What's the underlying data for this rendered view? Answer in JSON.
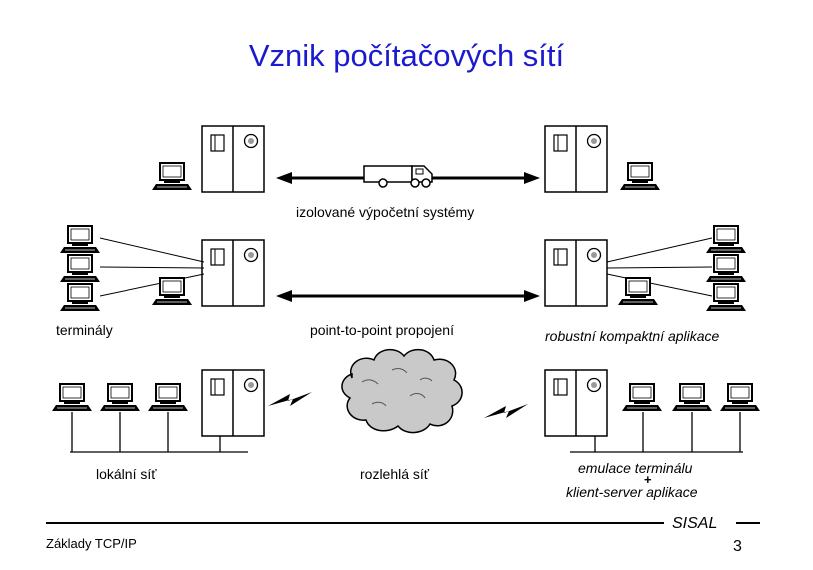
{
  "title": "Vznik počítačových sítí",
  "labels": {
    "isolated": "izolované výpočetní systémy",
    "terminals": "terminály",
    "point_to_point": "point-to-point propojení",
    "robust_apps": "robustní kompaktní aplikace",
    "lan": "lokální síť",
    "wan": "rozlehlá síť",
    "terminal_emulation": "emulace terminálu",
    "plus": "+",
    "client_server": "klient-server aplikace"
  },
  "footer": {
    "course": "Základy TCP/IP",
    "org": "SISAL",
    "page_number": "3"
  }
}
